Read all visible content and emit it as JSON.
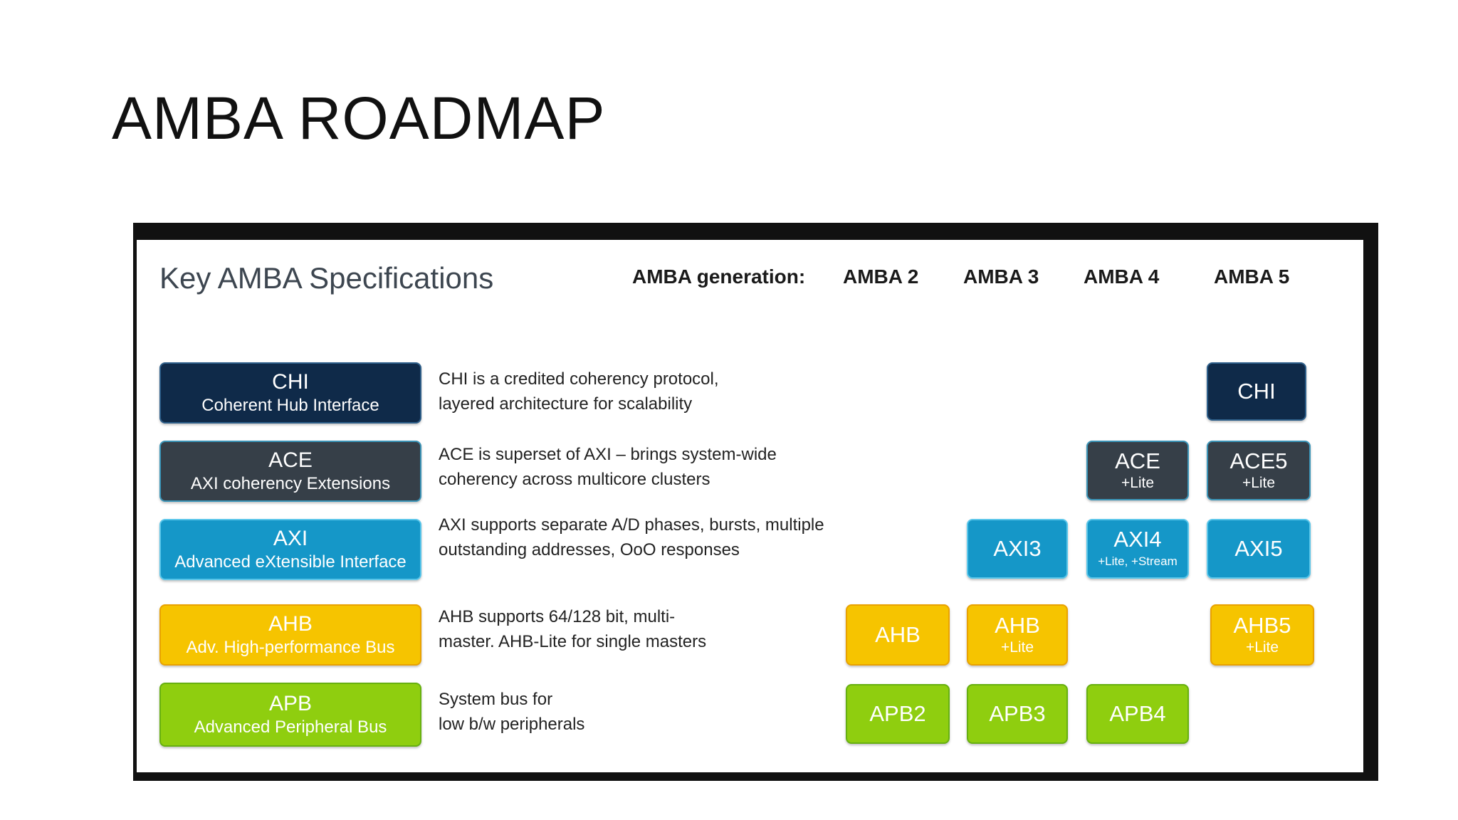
{
  "title": "AMBA ROADMAP",
  "diagram": {
    "heading": "Key AMBA Specifications",
    "generation_label": "AMBA generation:",
    "generations": [
      "AMBA 2",
      "AMBA 3",
      "AMBA 4",
      "AMBA 5"
    ],
    "colors": {
      "chi": "#0f2a49",
      "ace": "#363f48",
      "axi": "#1597c8",
      "ahb": "#f6c400",
      "apb": "#8fce0f"
    },
    "rows": [
      {
        "abbr": "CHI",
        "full_name": "Coherent Hub Interface",
        "description": "CHI is a credited coherency protocol,\nlayered architecture for scalability",
        "amba5": {
          "main": "CHI"
        }
      },
      {
        "abbr": "ACE",
        "full_name": "AXI coherency Extensions",
        "description": "ACE is superset of AXI – brings system-wide\ncoherency across multicore clusters",
        "amba4": {
          "main": "ACE",
          "sub": "+Lite"
        },
        "amba5": {
          "main": "ACE5",
          "sub": "+Lite"
        }
      },
      {
        "abbr": "AXI",
        "full_name": "Advanced eXtensible Interface",
        "description": "AXI supports separate A/D phases, bursts, multiple\noutstanding addresses, OoO responses",
        "amba3": {
          "main": "AXI3"
        },
        "amba4": {
          "main": "AXI4",
          "sub": "+Lite, +Stream"
        },
        "amba5": {
          "main": "AXI5"
        }
      },
      {
        "abbr": "AHB",
        "full_name": "Adv. High-performance Bus",
        "description": "AHB supports 64/128 bit, multi-\nmaster.  AHB-Lite for single masters",
        "amba2": {
          "main": "AHB"
        },
        "amba3": {
          "main": "AHB",
          "sub": "+Lite"
        },
        "amba5": {
          "main": "AHB5",
          "sub": "+Lite"
        }
      },
      {
        "abbr": "APB",
        "full_name": "Advanced Peripheral Bus",
        "description": "System bus for\nlow b/w peripherals",
        "amba2": {
          "main": "APB2"
        },
        "amba3": {
          "main": "APB3"
        },
        "amba4": {
          "main": "APB4"
        }
      }
    ]
  }
}
